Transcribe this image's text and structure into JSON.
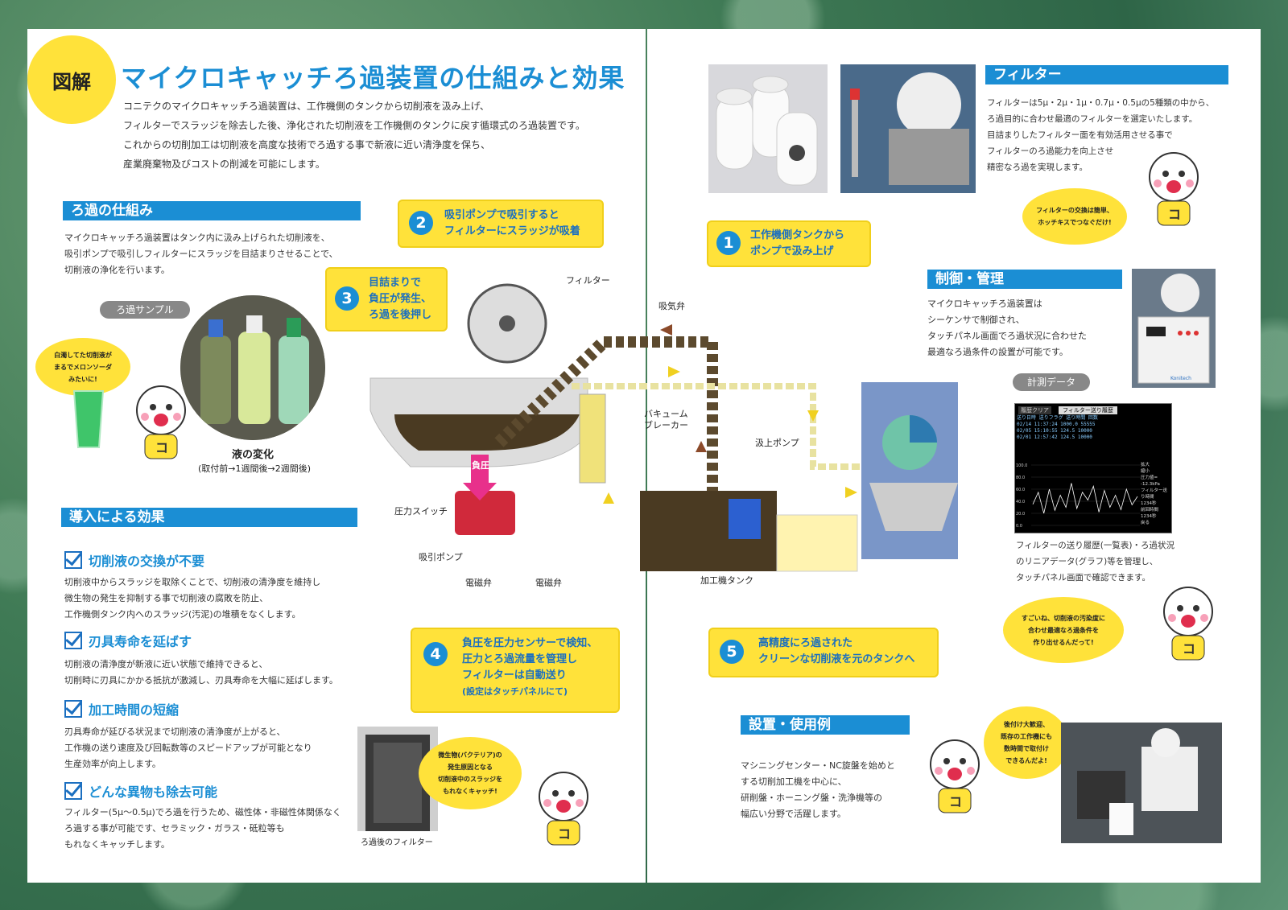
{
  "header": {
    "badge": "図解",
    "title": "マイクロキャッチろ過装置の仕組みと効果"
  },
  "intro": [
    "コニテクのマイクロキャッチろ過装置は、工作機側のタンクから切削液を汲み上げ、",
    "フィルターでスラッジを除去した後、浄化された切削液を工作機側のタンクに戻す循環式のろ過装置です。",
    "これからの切削加工は切削液を高度な技術でろ過する事で新液に近い清浄度を保ち、",
    "産業廃棄物及びコストの削減を可能にします。"
  ],
  "mechanism": {
    "heading": "ろ過の仕組み",
    "lines": [
      "マイクロキャッチろ過装置はタンク内に汲み上げられた切削液を、",
      "吸引ポンプで吸引しフィルターにスラッジを目詰まりさせることで、",
      "切削液の浄化を行います。"
    ]
  },
  "sample": {
    "pill": "ろ過サンプル",
    "bubble": [
      "白濁してた切削液が",
      "まるでメロンソーダ",
      "みたいに!"
    ],
    "caption": "液の変化",
    "sub": "(取付前→1週間後→2週間後)"
  },
  "effects": {
    "heading": "導入による効果",
    "items": [
      {
        "title": "切削液の交換が不要",
        "lines": [
          "切削液中からスラッジを取除くことで、切削液の清浄度を維持し",
          "微生物の発生を抑制する事で切削液の腐敗を防止、",
          "工作機側タンク内へのスラッジ(汚泥)の堆積をなくします。"
        ]
      },
      {
        "title": "刃具寿命を延ばす",
        "lines": [
          "切削液の清浄度が新液に近い状態で維持できると、",
          "切削時に刃具にかかる抵抗が激減し、刃具寿命を大幅に延ばします。"
        ]
      },
      {
        "title": "加工時間の短縮",
        "lines": [
          "刃具寿命が延びる状況まで切削液の清浄度が上がると、",
          "工作機の送り速度及び回転数等のスピードアップが可能となり",
          "生産効率が向上します。"
        ]
      },
      {
        "title": "どんな異物も除去可能",
        "lines": [
          "フィルター(5μ〜0.5μ)でろ過を行うため、磁性体・非磁性体関係なく",
          "ろ過する事が可能です、セラミック・ガラス・砥粒等も",
          "もれなくキャッチします。"
        ]
      }
    ]
  },
  "filter_used": {
    "caption": "ろ過後のフィルター",
    "bubble": [
      "微生物(バクテリア)の",
      "発生原因となる",
      "切削液中のスラッジを",
      "もれなくキャッチ!"
    ]
  },
  "steps": [
    {
      "n": "1",
      "lines": [
        "工作機側タンクから",
        "ポンプで汲み上げ"
      ]
    },
    {
      "n": "2",
      "lines": [
        "吸引ポンプで吸引すると",
        "フィルターにスラッジが吸着"
      ]
    },
    {
      "n": "3",
      "lines": [
        "目詰まりで",
        "負圧が発生、",
        "ろ過を後押し"
      ]
    },
    {
      "n": "4",
      "lines": [
        "負圧を圧力センサーで検知、",
        "圧力とろ過流量を管理し",
        "フィルターは自動送り"
      ],
      "note": "(設定はタッチパネルにて)"
    },
    {
      "n": "5",
      "lines": [
        "高精度にろ過された",
        "クリーンな切削液を元のタンクへ"
      ]
    }
  ],
  "diagram": {
    "filter": "フィルター",
    "valve": "吸気弁",
    "breaker": [
      "バキューム",
      "ブレーカー"
    ],
    "pump_up": "汲上ポンプ",
    "negative": "負圧",
    "pressure_switch": "圧力スイッチ",
    "suction_pump": "吸引ポンプ",
    "solenoid1": "電磁弁",
    "solenoid2": "電磁弁",
    "tank": "加工機タンク"
  },
  "filter_section": {
    "heading": "フィルター",
    "lines": [
      "フィルターは5μ・2μ・1μ・0.7μ・0.5μの5種類の中から、",
      "ろ過目的に合わせ最適のフィルターを選定いたします。",
      "目詰まりしたフィルター面を有効活用させる事で",
      "フィルターのろ過能力を向上させ",
      "精密なろ過を実現します。"
    ],
    "bubble": [
      "フィルターの交換は簡単、",
      "ホッチキスでつなぐだけ!"
    ]
  },
  "control": {
    "heading": "制御・管理",
    "lines": [
      "マイクロキャッチろ過装置は",
      "シーケンサで制御され、",
      "タッチパネル画面でろ過状況に合わせた",
      "最適なろ過条件の設置が可能です。"
    ],
    "cabinet_label": "Konitech"
  },
  "data": {
    "pill": "計測データ",
    "screen_tab1": "履歴クリア",
    "screen_tab2": "フィルター送り履歴",
    "rows": [
      [
        "送り日時",
        "送りフラグ",
        "送り時間",
        "回数"
      ],
      [
        "02/14 11:37:24",
        "",
        "1000.0",
        "55555"
      ],
      [
        "02/05 15:10:55",
        "",
        "124.5",
        "10000"
      ],
      [
        "02/01 12:57:42",
        "",
        "124.5",
        "10000"
      ]
    ],
    "axis": [
      "100.0",
      "80.0",
      "60.0",
      "40.0",
      "20.0",
      "0.0"
    ],
    "side": [
      "拡大",
      "縮小",
      "圧力値= -12.3kPa",
      "フィルター送り時間",
      "1234秒",
      "前回時間",
      "1234秒",
      "戻る"
    ],
    "desc": [
      "フィルターの送り履歴(一覧表)・ろ過状況",
      "のリニアデータ(グラフ)等を管理し、",
      "タッチパネル画面で確認できます。"
    ],
    "bubble": [
      "すごいね、切削液の汚染度に",
      "合わせ最適なろ過条件を",
      "作り出せるんだって!"
    ],
    "chart_values": [
      35,
      55,
      20,
      60,
      25,
      50,
      30,
      70,
      28,
      55,
      42,
      65,
      22,
      58,
      30,
      50,
      26,
      60,
      34,
      48
    ]
  },
  "install": {
    "heading": "設置・使用例",
    "lines": [
      "マシニングセンター・NC旋盤を始めと",
      "する切削加工機を中心に、",
      "研削盤・ホーニング盤・洗浄機等の",
      "幅広い分野で活躍します。"
    ],
    "bubble": [
      "後付け大歓迎、",
      "既存の工作機にも",
      "数時間で取付け",
      "できるんだよ!"
    ]
  },
  "mascot_letter": "コ",
  "colors": {
    "blue": "#1b8ed4",
    "yellow": "#ffe23a"
  }
}
